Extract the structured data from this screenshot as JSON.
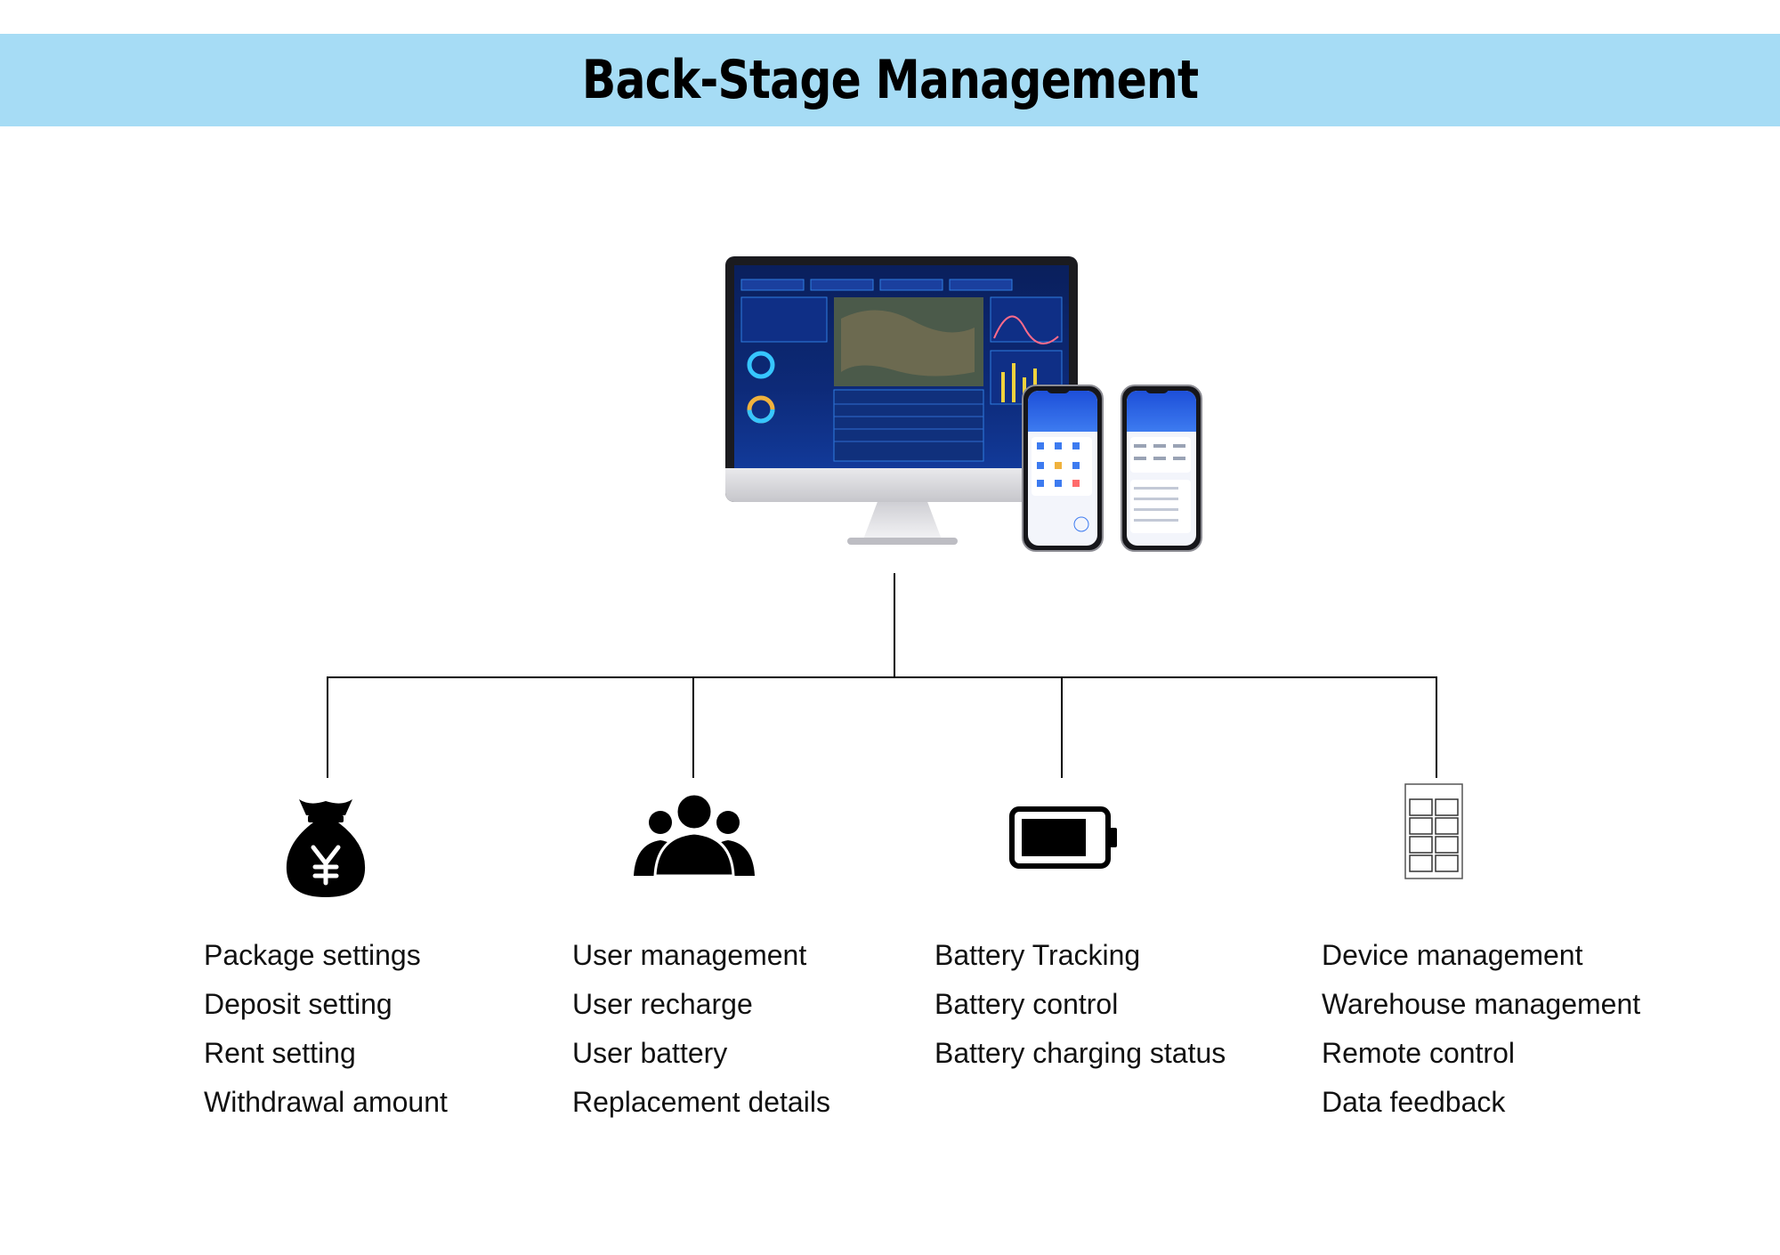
{
  "title": "Back-Stage Management",
  "columns": [
    {
      "icon": "money-bag-yen-icon",
      "items": [
        "Package settings",
        "Deposit setting",
        "Rent setting",
        "Withdrawal amount"
      ]
    },
    {
      "icon": "user-group-icon",
      "items": [
        "User management",
        "User recharge",
        "User battery",
        "Replacement details"
      ]
    },
    {
      "icon": "battery-icon",
      "items": [
        "Battery Tracking",
        "Battery control",
        "Battery charging status"
      ]
    },
    {
      "icon": "device-cabinet-icon",
      "items": [
        "Device management",
        "Warehouse management",
        "Remote control",
        "Data feedback"
      ]
    }
  ],
  "colors": {
    "banner": "#a6dcf5",
    "dashboard": "#0d2a78",
    "app_header": "#1d4fd8"
  }
}
